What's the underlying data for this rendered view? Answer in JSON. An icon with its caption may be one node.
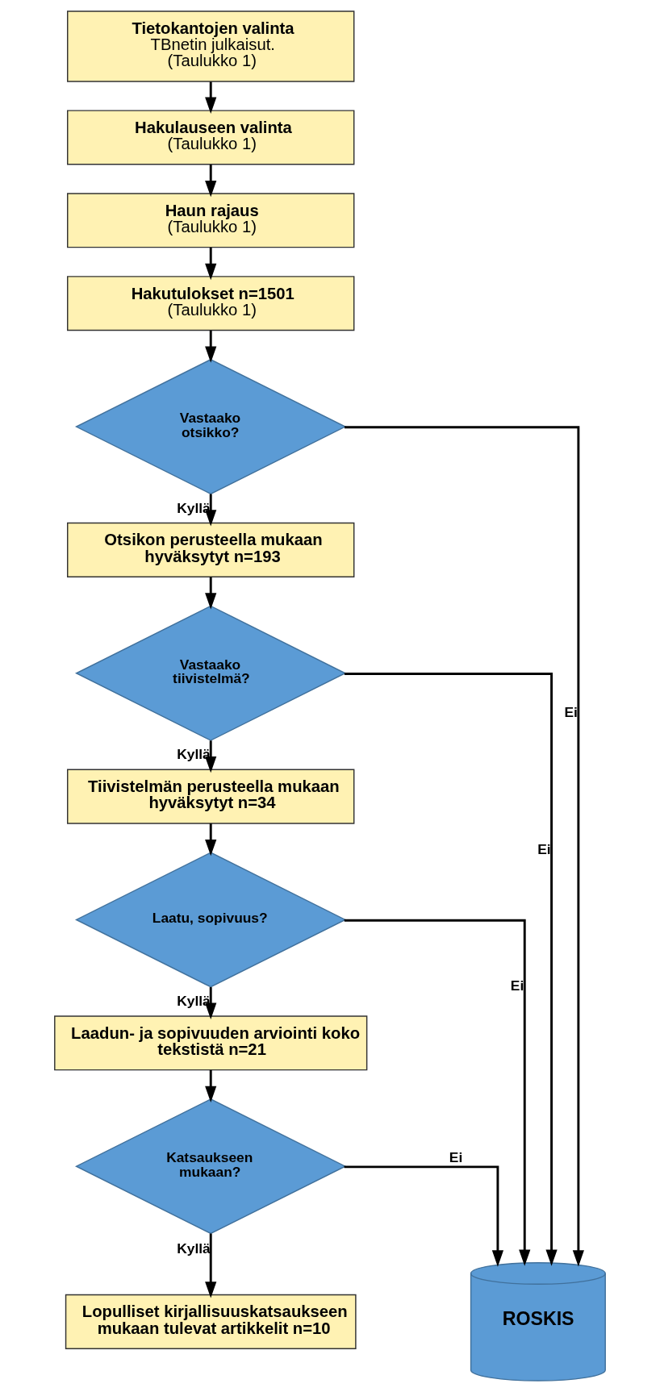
{
  "diagram": {
    "nodes": [
      {
        "text": [
          "Tietokantojen valinta",
          "TBnetin julkaisut.",
          "(Taulukko 1)"
        ]
      },
      {
        "text": [
          "Hakulauseen valinta",
          "(Taulukko 1)"
        ]
      },
      {
        "text": [
          "Haun rajaus",
          "(Taulukko 1)"
        ]
      },
      {
        "text": [
          "**Hakutulokset** n=1501",
          "(Taulukko 1)"
        ]
      },
      {
        "text": [
          "Vastaako otsikko?"
        ]
      },
      {
        "text": [
          "**Otsikon perusteella mukaan hyväksytyt** n=193"
        ]
      },
      {
        "text": [
          "Vastaako tiivistelmä?"
        ]
      },
      {
        "text": [
          "**Tiivistelmän perusteella mukaan hyväksytyt** n=34"
        ]
      },
      {
        "text": [
          "Laatu, sopivuus?"
        ]
      },
      {
        "text": [
          "**Laadun- ja sopivuuden arviointi koko tekstistä** n=21"
        ]
      },
      {
        "text": [
          "Katsaukseen mukaan?"
        ]
      },
      {
        "text": [
          "**Lopulliset kirjallisuuskatsaukseen mukaan tulevat artikkelit** n=10"
        ]
      },
      {
        "text": [
          "ROSKIS"
        ]
      }
    ],
    "edges": [
      {
        "from": 0,
        "to": 1,
        "arrow": "to"
      },
      {
        "from": 1,
        "to": 2,
        "arrow": "to"
      },
      {
        "from": 2,
        "to": 3,
        "arrow": "to"
      },
      {
        "from": 3,
        "to": 4,
        "arrow": "to"
      },
      {
        "from": 4,
        "to": 5,
        "arrow": "to",
        "label": "Kyllä"
      },
      {
        "from": 4,
        "to": 12,
        "arrow": "to",
        "label": "Ei"
      },
      {
        "from": 5,
        "to": 6,
        "arrow": "to"
      },
      {
        "from": 6,
        "to": 7,
        "arrow": "to",
        "label": "Kyllä"
      },
      {
        "from": 6,
        "to": 12,
        "arrow": "to",
        "label": "Ei"
      },
      {
        "from": 7,
        "to": 8,
        "arrow": "to"
      },
      {
        "from": 8,
        "to": 9,
        "arrow": "to",
        "label": "Kyllä"
      },
      {
        "from": 8,
        "to": 12,
        "arrow": "to",
        "label": "Ei"
      },
      {
        "from": 9,
        "to": 10,
        "arrow": "to"
      },
      {
        "from": 10,
        "to": 11,
        "arrow": "to",
        "label": "Kyllä"
      },
      {
        "from": 10,
        "to": 12,
        "arrow": "to",
        "label": "Ei"
      }
    ]
  }
}
